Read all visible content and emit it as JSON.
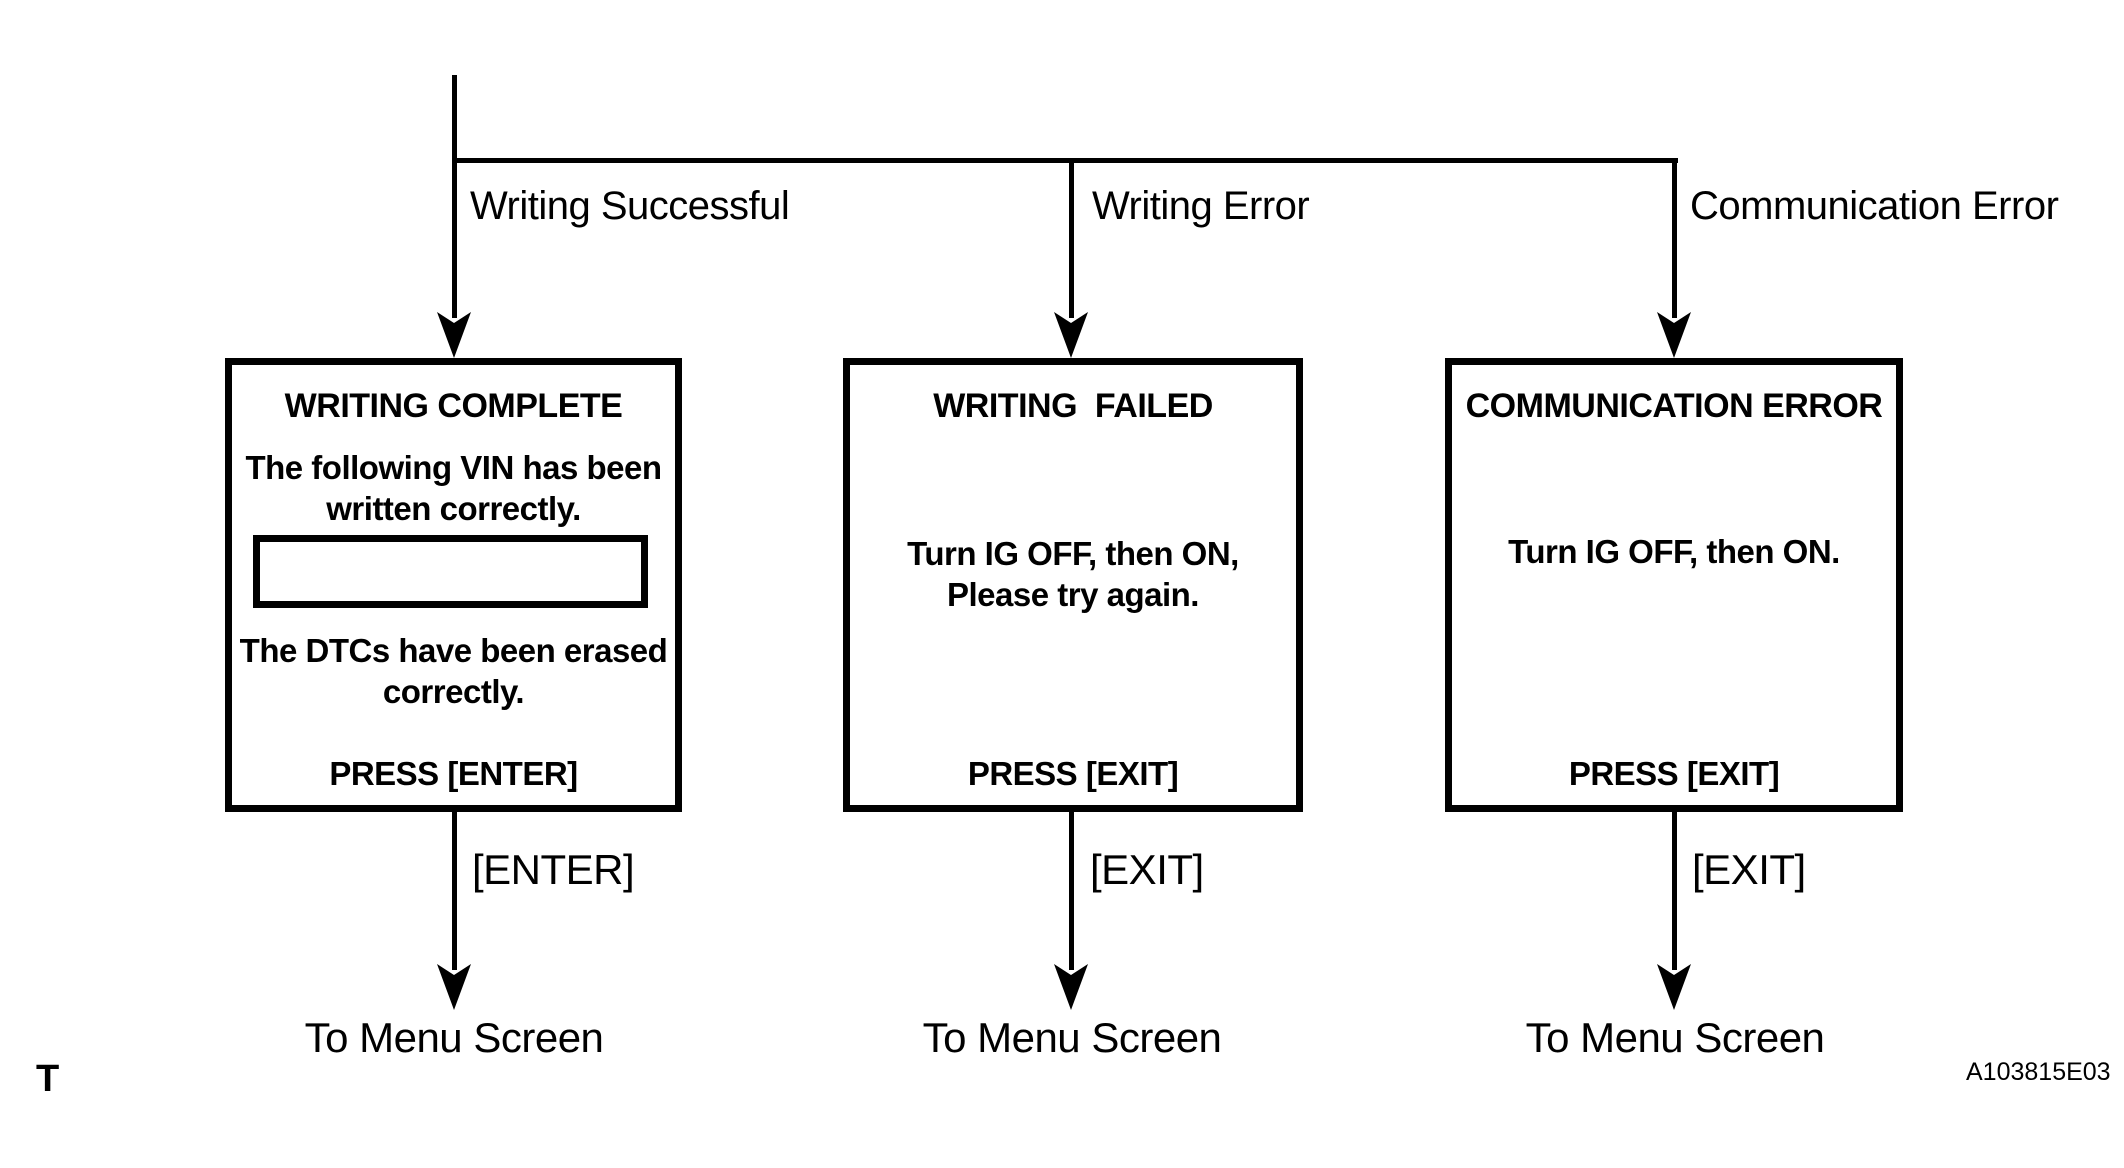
{
  "diagram": {
    "colors": {
      "line": "#000000",
      "background": "#ffffff"
    },
    "branches": [
      {
        "label": "Writing Successful"
      },
      {
        "label": "Writing Error"
      },
      {
        "label": "Communication Error"
      }
    ],
    "screens": [
      {
        "title": "WRITING COMPLETE",
        "body_line1": "The following VIN has been",
        "body_line2": "written correctly.",
        "vin_field_value": "",
        "body2_line1": "The DTCs have been erased",
        "body2_line2": "correctly.",
        "press": "PRESS [ENTER]",
        "key": "[ENTER]",
        "destination": "To Menu Screen"
      },
      {
        "title": "WRITING  FAILED",
        "body_line1": "Turn IG OFF, then ON,",
        "body_line2": "Please try again.",
        "press": "PRESS [EXIT]",
        "key": "[EXIT]",
        "destination": "To Menu Screen"
      },
      {
        "title": "COMMUNICATION ERROR",
        "body_line1": "Turn IG OFF, then ON.",
        "press": "PRESS [EXIT]",
        "key": "[EXIT]",
        "destination": "To Menu Screen"
      }
    ],
    "footer": {
      "page_marker": "T",
      "figure_id": "A103815E03"
    }
  }
}
